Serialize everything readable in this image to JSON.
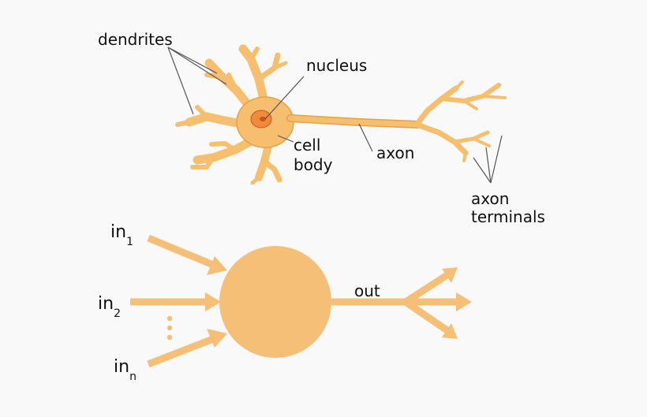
{
  "colors": {
    "neuron_fill": "#f6bf70",
    "neuron_stroke": "#e5a148",
    "nucleus_fill": "#f08a3c",
    "nucleus_core": "#c9531c",
    "model_fill": "#f5bf77",
    "label_text": "#111111",
    "leader_line": "#555555"
  },
  "biological_neuron": {
    "labels": {
      "dendrites": "dendrites",
      "nucleus": "nucleus",
      "cell_body_line1": "cell",
      "cell_body_line2": "body",
      "axon": "axon",
      "axon_terminals_line1": "axon",
      "axon_terminals_line2": "terminals"
    }
  },
  "artificial_neuron": {
    "inputs": [
      {
        "base": "in",
        "subscript": "1"
      },
      {
        "base": "in",
        "subscript": "2"
      },
      {
        "base": "in",
        "subscript": "n"
      }
    ],
    "output_label": "out",
    "ellipsis_dots": 3,
    "output_branches": 3
  }
}
